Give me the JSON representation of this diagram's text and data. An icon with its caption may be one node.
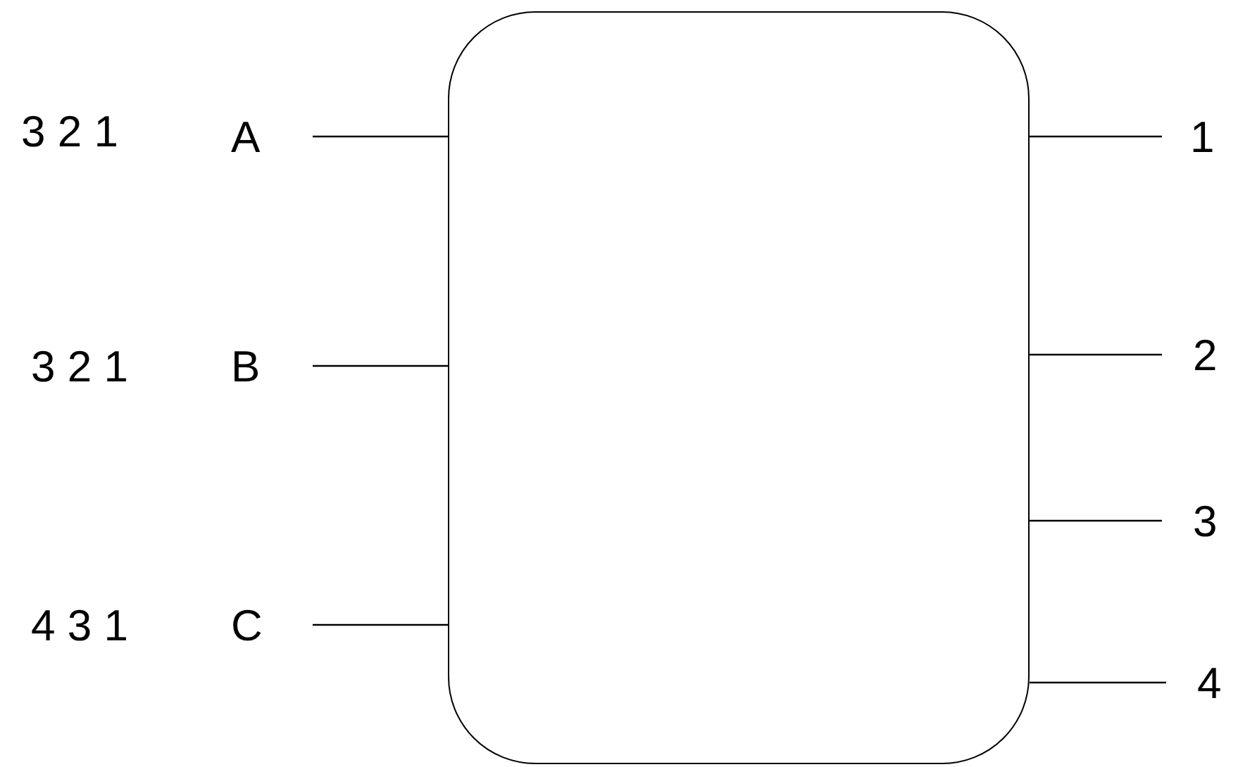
{
  "diagram": {
    "nodes": [
      {
        "text": [],
        "shape": "box"
      },
      {
        "text": [
          "A"
        ]
      },
      {
        "text": [
          "B"
        ]
      },
      {
        "text": [
          "C"
        ]
      },
      {
        "text": [
          "1"
        ]
      },
      {
        "text": [
          "2"
        ]
      },
      {
        "text": [
          "3"
        ]
      },
      {
        "text": [
          "4"
        ]
      }
    ],
    "edges": [
      {
        "from": 1,
        "to": 0,
        "arrow": "none"
      },
      {
        "from": 2,
        "to": 0,
        "arrow": "none"
      },
      {
        "from": 3,
        "to": 0,
        "arrow": "none"
      },
      {
        "from": 0,
        "to": 4,
        "arrow": "none"
      },
      {
        "from": 0,
        "to": 5,
        "arrow": "none"
      },
      {
        "from": 0,
        "to": 6,
        "arrow": "none"
      },
      {
        "from": 0,
        "to": 7,
        "arrow": "none"
      }
    ],
    "labels": [
      "3 2 1",
      "3 2 1",
      "4 3 1"
    ]
  }
}
